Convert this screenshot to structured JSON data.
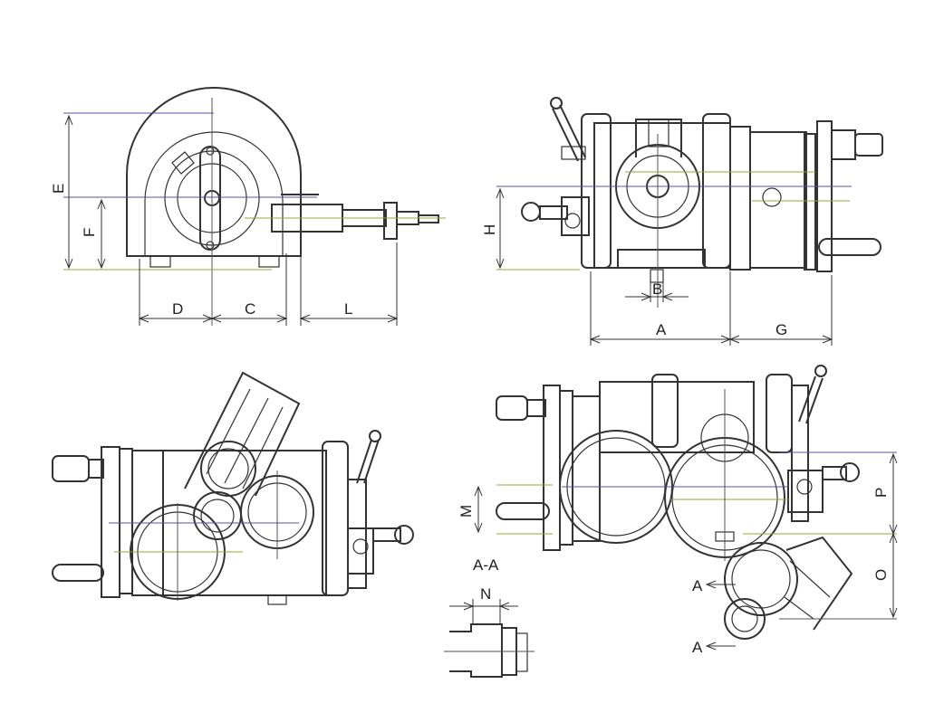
{
  "dimension_labels": {
    "E": "E",
    "F": "F",
    "D": "D",
    "C": "C",
    "L": "L",
    "H": "H",
    "B": "B",
    "A": "A",
    "G": "G",
    "M": "M",
    "P": "P",
    "O": "O",
    "N": "N"
  },
  "section": {
    "title": "A-A",
    "arrow_label_upper": "A",
    "arrow_label_lower": "A"
  },
  "colors": {
    "outline": "#333333",
    "center_line_blue": "#5a4fa8",
    "center_line_green": "#9aa53c"
  }
}
